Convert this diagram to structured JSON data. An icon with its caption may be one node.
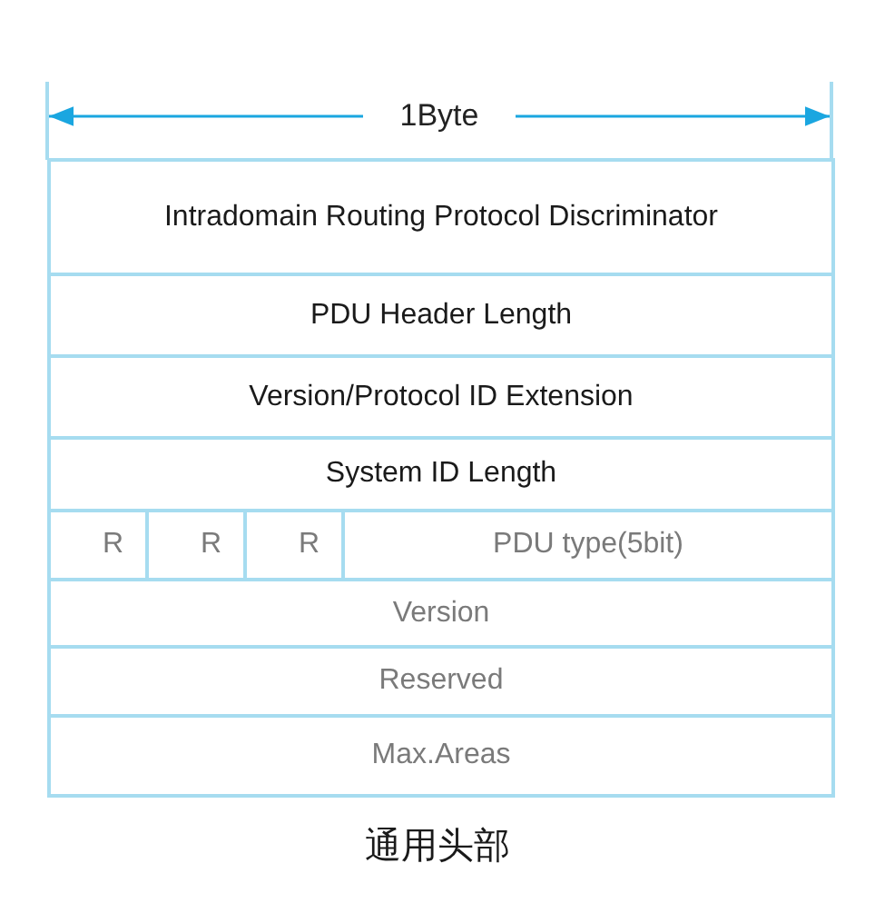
{
  "diagram": {
    "caption": "通用头部",
    "nodes": [
      {
        "text": [
          "Intradomain Routing Protocol Discriminator"
        ]
      },
      {
        "text": [
          "PDU Header Length"
        ]
      },
      {
        "text": [
          "Version/Protocol ID Extension"
        ]
      },
      {
        "text": [
          "System ID Length"
        ]
      },
      {
        "text": [
          "R"
        ]
      },
      {
        "text": [
          "R"
        ]
      },
      {
        "text": [
          "R"
        ]
      },
      {
        "text": [
          "PDU type(5bit)"
        ]
      },
      {
        "text": [
          "Version"
        ]
      },
      {
        "text": [
          "Reserved"
        ]
      },
      {
        "text": [
          "Max.Areas"
        ]
      }
    ],
    "labels": [
      "1Byte"
    ]
  }
}
